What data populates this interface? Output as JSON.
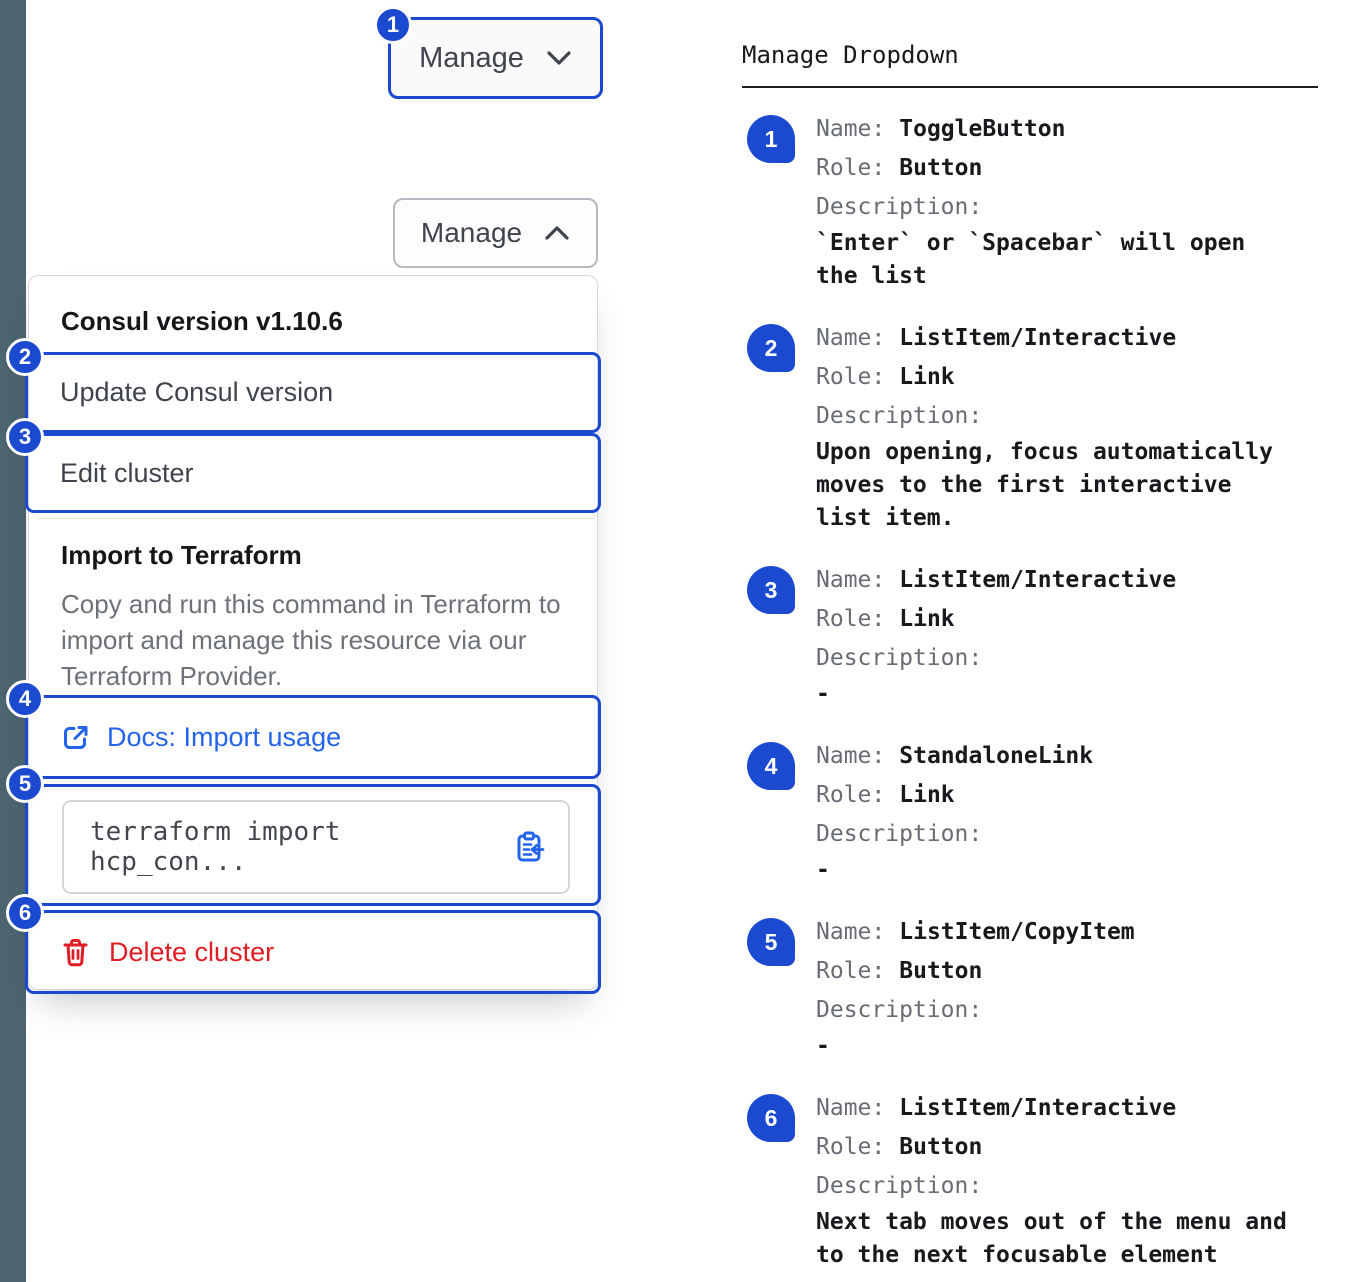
{
  "colors": {
    "annotation_blue": "#1b4ad0",
    "link_blue": "#2463eb",
    "danger_red": "#e01d24",
    "side_strip": "#4c6570"
  },
  "badges": [
    "1",
    "2",
    "3",
    "4",
    "5",
    "6"
  ],
  "left": {
    "toggle_button_label": "Manage",
    "expanded_button_label": "Manage",
    "menu": {
      "version_header": "Consul version v1.10.6",
      "update_item": "Update Consul version",
      "edit_item": "Edit cluster",
      "import_title": "Import to Terraform",
      "import_description": "Copy and run this command in Terraform to import and manage this resource via our Terraform Provider.",
      "docs_link_label": "Docs: Import usage",
      "command_text": "terraform import hcp_con...",
      "delete_label": "Delete cluster"
    }
  },
  "right": {
    "title": "Manage Dropdown",
    "labels": {
      "name": "Name:",
      "role": "Role:",
      "description": "Description:"
    },
    "entries": [
      {
        "num": "1",
        "name": "ToggleButton",
        "role": "Button",
        "desc": "`Enter` or `Spacebar` will open\nthe list"
      },
      {
        "num": "2",
        "name": "ListItem/Interactive",
        "role": "Link",
        "desc": "Upon opening, focus automatically\nmoves to the first interactive\nlist item."
      },
      {
        "num": "3",
        "name": "ListItem/Interactive",
        "role": "Link",
        "desc": "-"
      },
      {
        "num": "4",
        "name": "StandaloneLink",
        "role": "Link",
        "desc": "-"
      },
      {
        "num": "5",
        "name": "ListItem/CopyItem",
        "role": "Button",
        "desc": "-"
      },
      {
        "num": "6",
        "name": "ListItem/Interactive",
        "role": "Button",
        "desc": "Next tab moves out of the menu and\nto the next focusable element"
      }
    ]
  }
}
